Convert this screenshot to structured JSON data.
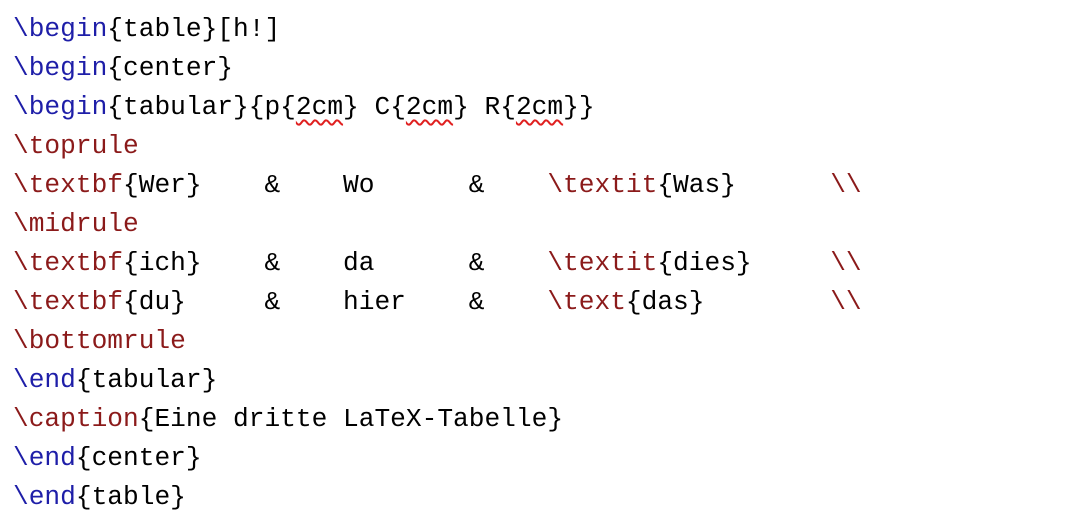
{
  "colors": {
    "command_blue": "#1e1ea8",
    "command_red": "#8b1a1a",
    "text": "#000000",
    "spellcheck_underline": "#e02020"
  },
  "lines": [
    [
      {
        "t": "\\begin",
        "c": "blue"
      },
      {
        "t": "{table}[h!]",
        "c": "black"
      }
    ],
    [
      {
        "t": "\\begin",
        "c": "blue"
      },
      {
        "t": "{center}",
        "c": "black"
      }
    ],
    [
      {
        "t": "\\begin",
        "c": "blue"
      },
      {
        "t": "{tabular}{p{",
        "c": "black"
      },
      {
        "t": "2cm",
        "c": "black",
        "spell": true
      },
      {
        "t": "} C{",
        "c": "black"
      },
      {
        "t": "2cm",
        "c": "black",
        "spell": true
      },
      {
        "t": "} R{",
        "c": "black"
      },
      {
        "t": "2cm",
        "c": "black",
        "spell": true
      },
      {
        "t": "}}",
        "c": "black"
      }
    ],
    [
      {
        "t": "\\toprule",
        "c": "red"
      }
    ],
    [
      {
        "t": "\\textbf",
        "c": "red"
      },
      {
        "t": "{Wer}    &    Wo      &    ",
        "c": "black"
      },
      {
        "t": "\\textit",
        "c": "red"
      },
      {
        "t": "{Was}      ",
        "c": "black"
      },
      {
        "t": "\\\\",
        "c": "red"
      }
    ],
    [
      {
        "t": "\\midrule",
        "c": "red"
      }
    ],
    [
      {
        "t": "\\textbf",
        "c": "red"
      },
      {
        "t": "{ich}    &    da      &    ",
        "c": "black"
      },
      {
        "t": "\\textit",
        "c": "red"
      },
      {
        "t": "{dies}     ",
        "c": "black"
      },
      {
        "t": "\\\\",
        "c": "red"
      }
    ],
    [
      {
        "t": "\\textbf",
        "c": "red"
      },
      {
        "t": "{du}     &    hier    &    ",
        "c": "black"
      },
      {
        "t": "\\text",
        "c": "red"
      },
      {
        "t": "{das}        ",
        "c": "black"
      },
      {
        "t": "\\\\",
        "c": "red"
      }
    ],
    [
      {
        "t": "\\bottomrule",
        "c": "red"
      }
    ],
    [
      {
        "t": "\\end",
        "c": "blue"
      },
      {
        "t": "{tabular}",
        "c": "black"
      }
    ],
    [
      {
        "t": "\\caption",
        "c": "red"
      },
      {
        "t": "{Eine dritte LaTeX-Tabelle}",
        "c": "black"
      }
    ],
    [
      {
        "t": "\\end",
        "c": "blue"
      },
      {
        "t": "{center}",
        "c": "black"
      }
    ],
    [
      {
        "t": "\\end",
        "c": "blue"
      },
      {
        "t": "{table}",
        "c": "black"
      }
    ]
  ]
}
